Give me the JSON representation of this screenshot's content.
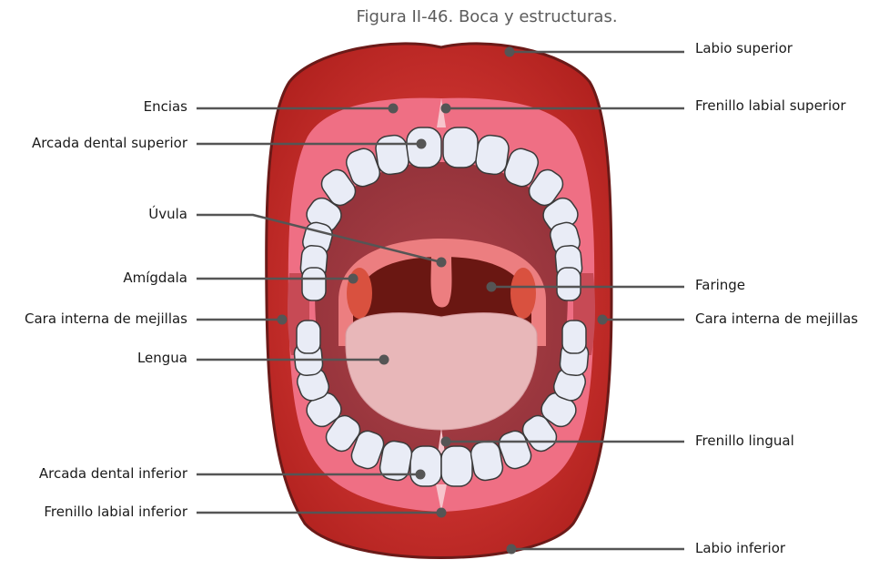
{
  "caption": "Figura II-46. Boca y estructuras.",
  "labels": {
    "labio_superior": "Labio superior",
    "encias": "Encias",
    "frenillo_labial_superior": "Frenillo labial superior",
    "arcada_dental_superior": "Arcada dental superior",
    "uvula": "Úvula",
    "amigdala": "Amígdala",
    "faringe": "Faringe",
    "mejillas_izq": "Cara interna de mejillas",
    "mejillas_der": "Cara interna de mejillas",
    "lengua": "Lengua",
    "frenillo_lingual": "Frenillo lingual",
    "arcada_dental_inferior": "Arcada dental inferior",
    "frenillo_labial_inferior": "Frenillo labial inferior",
    "labio_inferior": "Labio inferior"
  },
  "colors": {
    "lip": "#c8312e",
    "lip_outline": "#6b1a18",
    "gum": "#ef6f84",
    "mouth_cavity": "#a5393f",
    "throat": "#6a1712",
    "tongue": "#e8b7b9",
    "tooth": "#e9ecf6",
    "tooth_outline": "#3a3a3a",
    "leader": "#555555"
  }
}
